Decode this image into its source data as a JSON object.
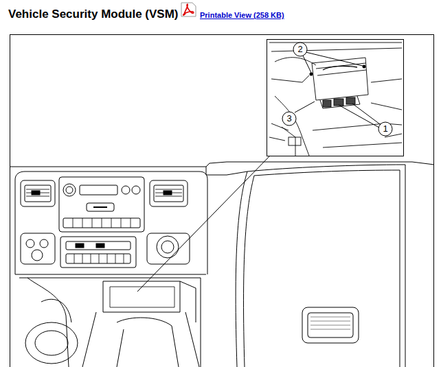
{
  "diagram": {
    "title": "Vehicle Security Module (VSM)",
    "labels": [
      "Printable View (258 KB)",
      "2",
      "3",
      "1"
    ]
  }
}
